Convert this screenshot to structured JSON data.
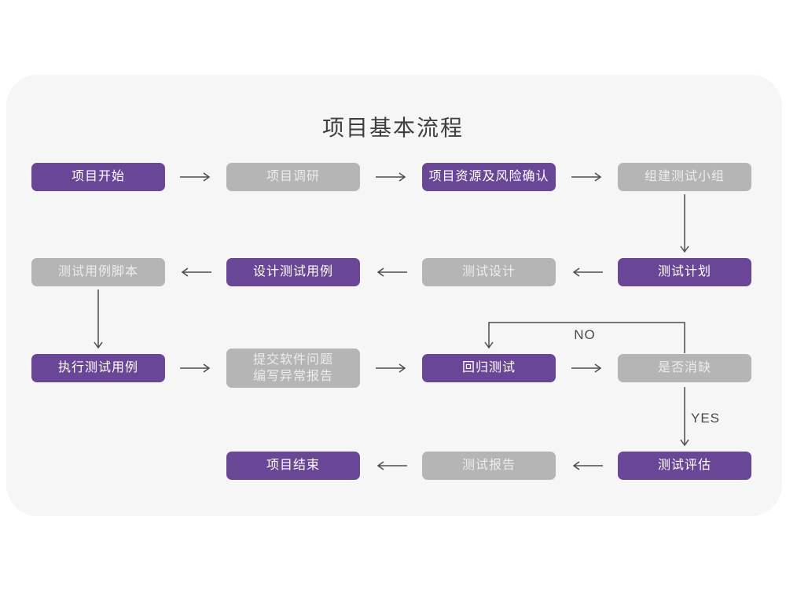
{
  "title": "项目基本流程",
  "labels": {
    "no": "NO",
    "yes": "YES"
  },
  "colors": {
    "node_active": "#6a4796",
    "node_inactive": "#b5b5b6",
    "card_background": "#f6f6f7",
    "arrow": "#4d4d4d",
    "title_text": "#3f3f3f"
  },
  "nodes": [
    {
      "id": "project-start",
      "label": "项目开始",
      "variant": "purple"
    },
    {
      "id": "project-research",
      "label": "项目调研",
      "variant": "gray"
    },
    {
      "id": "resources-risk",
      "label": "项目资源及风险确认",
      "variant": "purple"
    },
    {
      "id": "build-test-team",
      "label": "组建测试小组",
      "variant": "gray"
    },
    {
      "id": "test-plan",
      "label": "测试计划",
      "variant": "purple"
    },
    {
      "id": "test-design",
      "label": "测试设计",
      "variant": "gray"
    },
    {
      "id": "design-test-cases",
      "label": "设计测试用例",
      "variant": "purple"
    },
    {
      "id": "test-case-script",
      "label": "测试用例脚本",
      "variant": "gray"
    },
    {
      "id": "execute-test-cases",
      "label": "执行测试用例",
      "variant": "purple"
    },
    {
      "id": "submit-issues",
      "label_line1": "提交软件问题",
      "label_line2": "编写异常报告",
      "variant": "gray"
    },
    {
      "id": "regression-test",
      "label": "回归测试",
      "variant": "purple"
    },
    {
      "id": "defect-cleared",
      "label": "是否消缺",
      "variant": "gray"
    },
    {
      "id": "test-evaluation",
      "label": "测试评估",
      "variant": "purple"
    },
    {
      "id": "test-report",
      "label": "测试报告",
      "variant": "gray"
    },
    {
      "id": "project-end",
      "label": "项目结束",
      "variant": "purple"
    }
  ]
}
